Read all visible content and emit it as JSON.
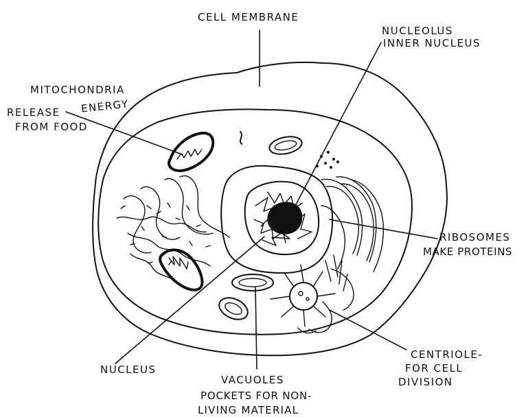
{
  "labels": {
    "cell_membrane": "CELL MEMBRANE",
    "nucleolus": "NUCLEOLUS",
    "inner_nucleus": "INNER NUCLEUS",
    "mitochondria": "MITOCHONDRIA",
    "release": "RELEASE",
    "energy": "ENERGY",
    "from_food": "FROM FOOD",
    "ribosomes": "RIBOSOMES",
    "make_proteins": "MAKE PROTEINS",
    "centriole": "CENTRIOLE-",
    "for_cell": "FOR CELL",
    "division": "DIVISION",
    "nucleus": "NUCLEUS",
    "vacuoles": "VACUOLES",
    "pockets": "POCKETS FOR NON-",
    "living_material": "LIVING MATERIAL"
  }
}
